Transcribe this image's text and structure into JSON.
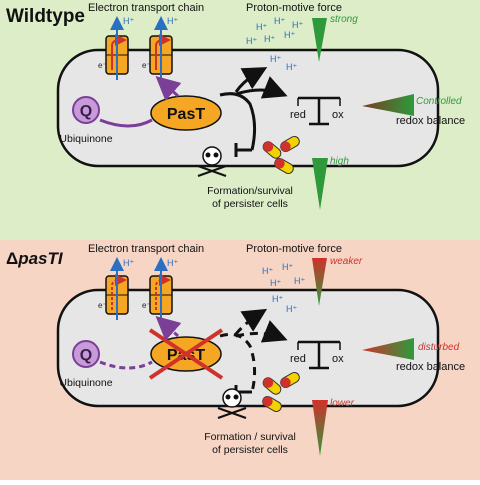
{
  "colors": {
    "top_bg": "#dcedc8",
    "bottom_bg": "#f6d5c5",
    "cell_fill": "#e6e6e6",
    "protein": "#f5a623",
    "ubiquinone": "#9b59b6",
    "arrow_purple": "#7b3f97",
    "proton_blue": "#2a6fc4",
    "green": "#2e9a3c",
    "red": "#d0312b"
  },
  "wildtype": {
    "title": "Wildtype",
    "etc_label": "Electron transport chain",
    "pmf_label": "Proton-motive force",
    "pmf_level": "strong",
    "protein_label": "PasT",
    "ubiquinone_letter": "Q",
    "ubiquinone_label": "Ubiquinone",
    "red_label": "red",
    "ox_label": "ox",
    "redox_level": "Controlled",
    "redox_label": "redox balance",
    "persister_level": "high",
    "persister_line1": "Formation/survival",
    "persister_line2": "of persister cells",
    "proton": "H⁺",
    "electron": "e⁻"
  },
  "mutant": {
    "title_prefix": "Δ",
    "title_gene": "pasTI",
    "etc_label": "Electron transport chain",
    "pmf_label": "Proton-motive force",
    "pmf_level": "weaker",
    "protein_label": "PasT",
    "ubiquinone_letter": "Q",
    "ubiquinone_label": "Ubiquinone",
    "red_label": "red",
    "ox_label": "ox",
    "redox_level": "disturbed",
    "redox_label": "redox balance",
    "persister_level": "lower",
    "persister_line1": "Formation / survival",
    "persister_line2": "of persister cells",
    "proton": "H⁺",
    "electron": "e⁻"
  }
}
